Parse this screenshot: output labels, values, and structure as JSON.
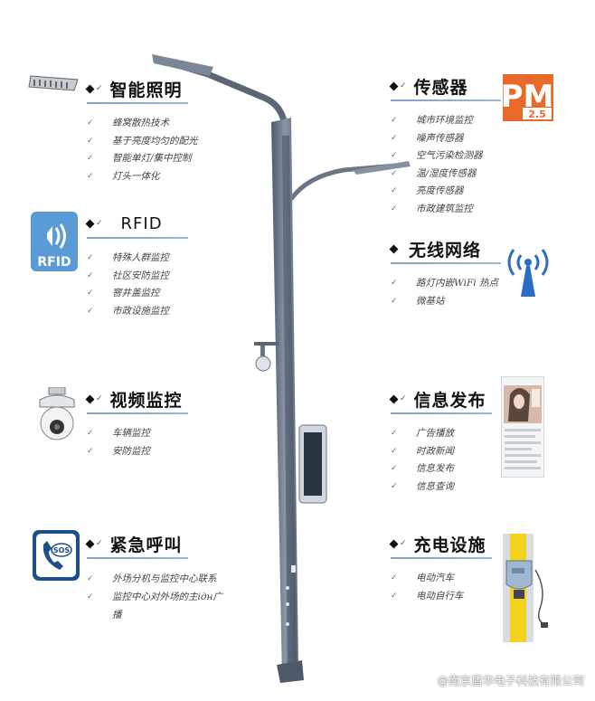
{
  "sections": {
    "lighting": {
      "title": "智能照明",
      "items": [
        "蜂窝散热技术",
        "基于亮度均匀的配光",
        "智能单灯/集中控制",
        "灯头一体化"
      ]
    },
    "rfid": {
      "title": "RFID",
      "icon_text": "RFID",
      "items": [
        "特殊人群监控",
        "社区安防监控",
        "窨井盖监控",
        "市政设施监控"
      ]
    },
    "video": {
      "title": "视频监控",
      "items": [
        "车辆监控",
        "安防监控"
      ]
    },
    "emergency": {
      "title": "紧急呼叫",
      "icon_text": "SOS",
      "items": [
        "外场分机与监控中心联系",
        "监控中心对外场的主ідн广播"
      ]
    },
    "sensor": {
      "title": "传感器",
      "icon_text_main": "PM",
      "icon_text_sub": "2.5",
      "items": [
        "城市环境监控",
        "噪声传感器",
        "空气污染检测器",
        "温/湿度传感器",
        "亮度传感器",
        "市政建筑监控"
      ]
    },
    "wireless": {
      "title": "无线网络",
      "items": [
        "路灯内嵌WiFi 热点",
        "微基站"
      ]
    },
    "info": {
      "title": "信息发布",
      "items": [
        "广告播放",
        "时政新闻",
        "信息发布",
        "信息查询"
      ]
    },
    "charging": {
      "title": "充电设施",
      "items": [
        "电动汽车",
        "电动自行车"
      ]
    }
  },
  "watermark": "@南京盾华电子科技有限公司",
  "colors": {
    "underline": "#7ea1c6",
    "pole": "#6d7a8c",
    "pm_orange": "#e8692a",
    "rfid_blue": "#5b9bd5"
  }
}
